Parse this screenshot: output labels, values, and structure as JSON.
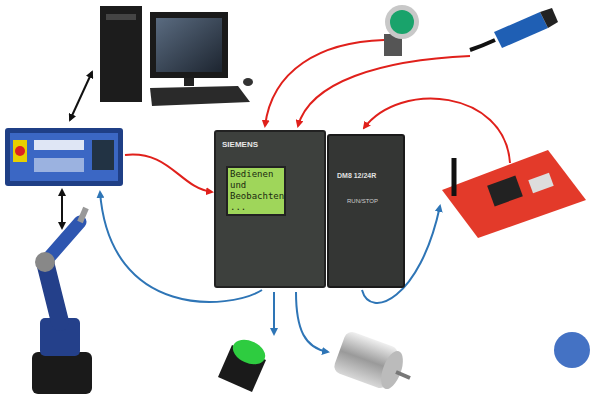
{
  "diagram": {
    "nodes": [
      {
        "text": [
          "SIEMENS",
          "Bedienen und Beobachten ..."
        ]
      },
      {
        "text": [
          "DM8 12/24R",
          "RUN/STOP"
        ]
      }
    ]
  }
}
